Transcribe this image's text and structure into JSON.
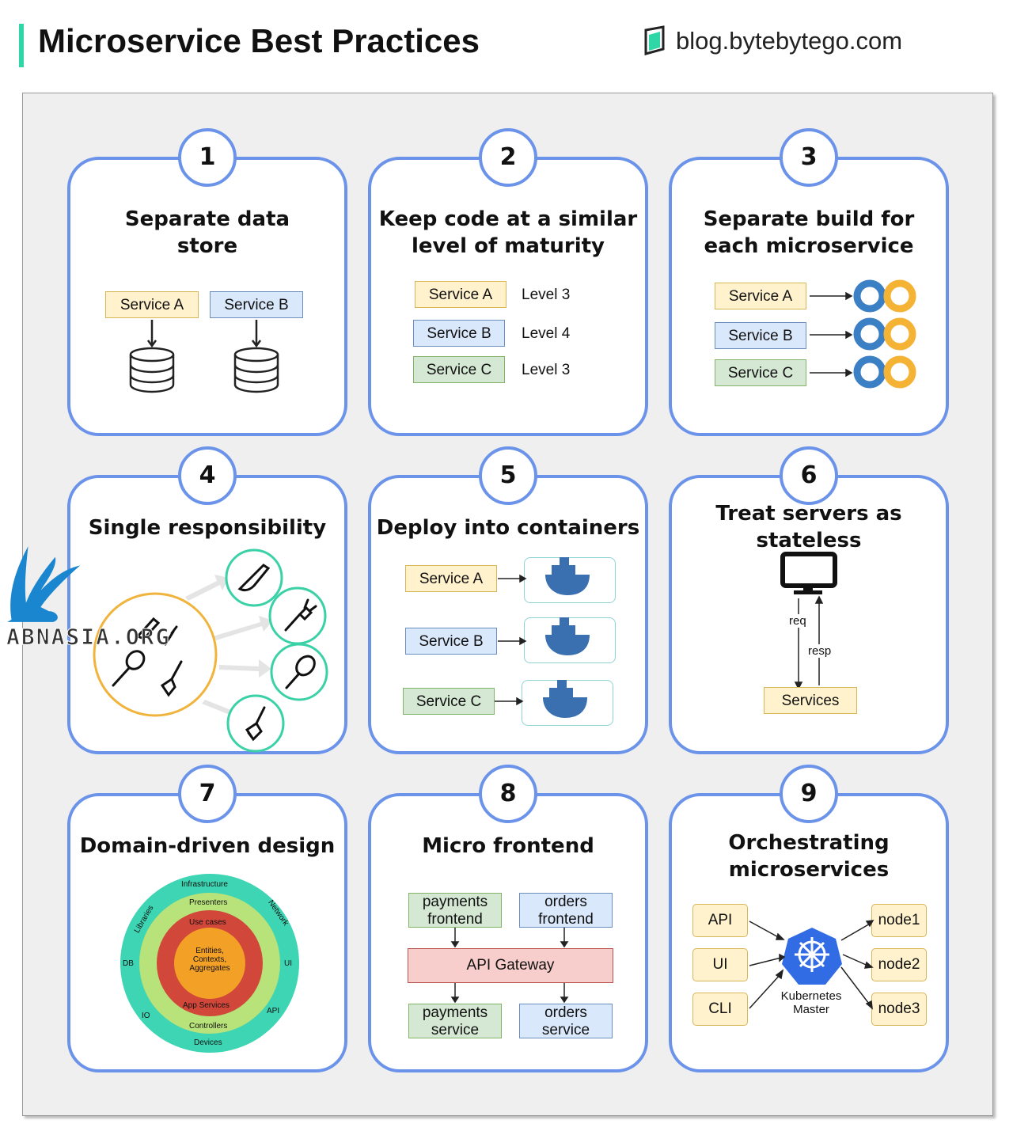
{
  "header": {
    "title": "Microservice Best Practices",
    "brand": "blog.bytebytego.com"
  },
  "watermark": "ABNASIA.ORG",
  "cards": [
    {
      "num": "1",
      "title": "Separate data store",
      "services": [
        "Service A",
        "Service B"
      ]
    },
    {
      "num": "2",
      "title": "Keep code at a similar level of maturity",
      "rows": [
        {
          "service": "Service A",
          "level": "Level 3"
        },
        {
          "service": "Service B",
          "level": "Level 4"
        },
        {
          "service": "Service C",
          "level": "Level 3"
        }
      ]
    },
    {
      "num": "3",
      "title": "Separate build for each microservice",
      "services": [
        "Service A",
        "Service B",
        "Service C"
      ]
    },
    {
      "num": "4",
      "title": "Single responsibility"
    },
    {
      "num": "5",
      "title": "Deploy into containers",
      "services": [
        "Service A",
        "Service B",
        "Service C"
      ]
    },
    {
      "num": "6",
      "title": "Treat servers as stateless",
      "req": "req",
      "resp": "resp",
      "services": "Services"
    },
    {
      "num": "7",
      "title": "Domain-driven design",
      "rings": {
        "outer": [
          "Infrastructure",
          "Network",
          "UI",
          "API",
          "Devices",
          "IO",
          "DB",
          "Libraries"
        ],
        "green": [
          "Presenters",
          "Controllers"
        ],
        "red": [
          "Use cases",
          "App Services"
        ],
        "core": "Entities, Contexts, Aggregates"
      }
    },
    {
      "num": "8",
      "title": "Micro frontend",
      "top": [
        "payments frontend",
        "orders frontend"
      ],
      "gateway": "API Gateway",
      "bottom": [
        "payments service",
        "orders service"
      ]
    },
    {
      "num": "9",
      "title": "Orchestrating microservices",
      "clients": [
        "API",
        "UI",
        "CLI"
      ],
      "master": "Kubernetes Master",
      "nodes": [
        "node1",
        "node2",
        "node3"
      ]
    }
  ]
}
